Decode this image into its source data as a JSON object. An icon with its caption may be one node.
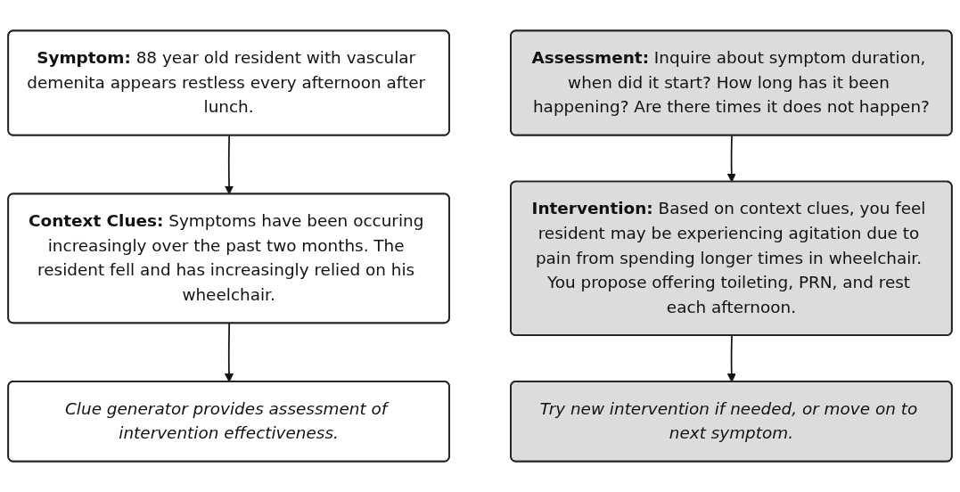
{
  "diagram": {
    "nodes": [
      {
        "text": [
          "**Symptom:** 88 year old resident with vascular demenita appears restless every afternoon after lunch."
        ]
      },
      {
        "text": [
          "**Assessment:** Inquire about symptom duration, when did it start? How long has it been happening? Are there times it does not happen?"
        ]
      },
      {
        "text": [
          "**Context Clues:** Symptoms have been occuring increasingly over the past two months. The resident fell and has increasingly relied on his wheelchair."
        ]
      },
      {
        "text": [
          "**Intervention:** Based on context clues, you feel resident may be experiencing agitation due to pain from spending longer times in wheelchair. You propose offering toileting, PRN, and rest each afternoon."
        ]
      },
      {
        "text": [
          "Clue generator provides assessment of intervention effectiveness."
        ]
      },
      {
        "text": [
          "Try new intervention if needed, or move on to next symptom."
        ]
      }
    ],
    "edges": [
      {
        "from": 0,
        "to": 2,
        "arrow": "to"
      },
      {
        "from": 2,
        "to": 4,
        "arrow": "to"
      },
      {
        "from": 1,
        "to": 3,
        "arrow": "to"
      },
      {
        "from": 3,
        "to": 5,
        "arrow": "to"
      }
    ]
  }
}
